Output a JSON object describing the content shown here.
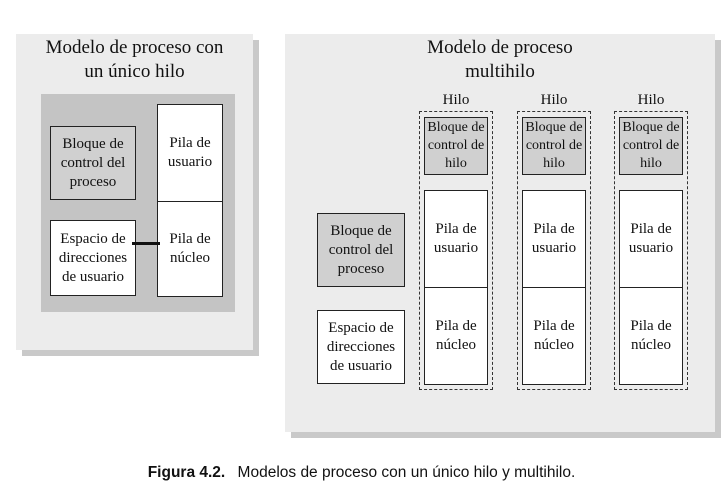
{
  "single": {
    "title_line1": "Modelo de proceso con",
    "title_line2": "un  único hilo",
    "pcb": [
      "Bloque de",
      "control del",
      "proceso"
    ],
    "user_stack": [
      "Pila de",
      "usuario"
    ],
    "address_space": [
      "Espacio de",
      "direcciones",
      "de usuario"
    ],
    "kernel_stack": [
      "Pila de",
      "núcleo"
    ]
  },
  "multi": {
    "title_line1": "Modelo de proceso",
    "title_line2": "multihilo",
    "pcb": [
      "Bloque de",
      "control del",
      "proceso"
    ],
    "address_space": [
      "Espacio de",
      "direcciones",
      "de usuario"
    ],
    "threads": [
      {
        "label": "Hilo",
        "tcb": [
          "Bloque de",
          "control de",
          "hilo"
        ],
        "user_stack": [
          "Pila de",
          "usuario"
        ],
        "kernel_stack": [
          "Pila de",
          "núcleo"
        ]
      },
      {
        "label": "Hilo",
        "tcb": [
          "Bloque de",
          "control de",
          "hilo"
        ],
        "user_stack": [
          "Pila de",
          "usuario"
        ],
        "kernel_stack": [
          "Pila de",
          "núcleo"
        ]
      },
      {
        "label": "Hilo",
        "tcb": [
          "Bloque de",
          "control de",
          "hilo"
        ],
        "user_stack": [
          "Pila de",
          "usuario"
        ],
        "kernel_stack": [
          "Pila de",
          "núcleo"
        ]
      }
    ]
  },
  "caption": {
    "figure": "Figura 4.2.",
    "text": "Modelos de proceso con un único hilo y multihilo."
  }
}
